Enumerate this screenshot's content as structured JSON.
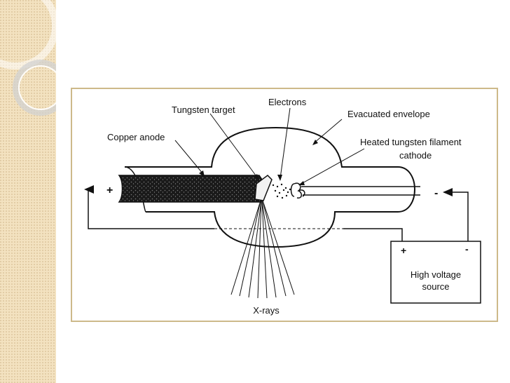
{
  "diagram": {
    "labels": {
      "electrons": "Electrons",
      "tungsten_target": "Tungsten target",
      "evacuated_envelope": "Evacuated envelope",
      "copper_anode": "Copper anode",
      "heated_filament_line1": "Heated tungsten filament",
      "heated_filament_line2": "cathode",
      "plus_left": "+",
      "minus_right": "-",
      "source_plus": "+",
      "source_minus": "-",
      "source_line1": "High voltage",
      "source_line2": "source",
      "xrays": "X-rays"
    }
  },
  "colors": {
    "sidebar": "#f3e2c0",
    "frame_border": "#cdb98a",
    "line": "#111111"
  }
}
